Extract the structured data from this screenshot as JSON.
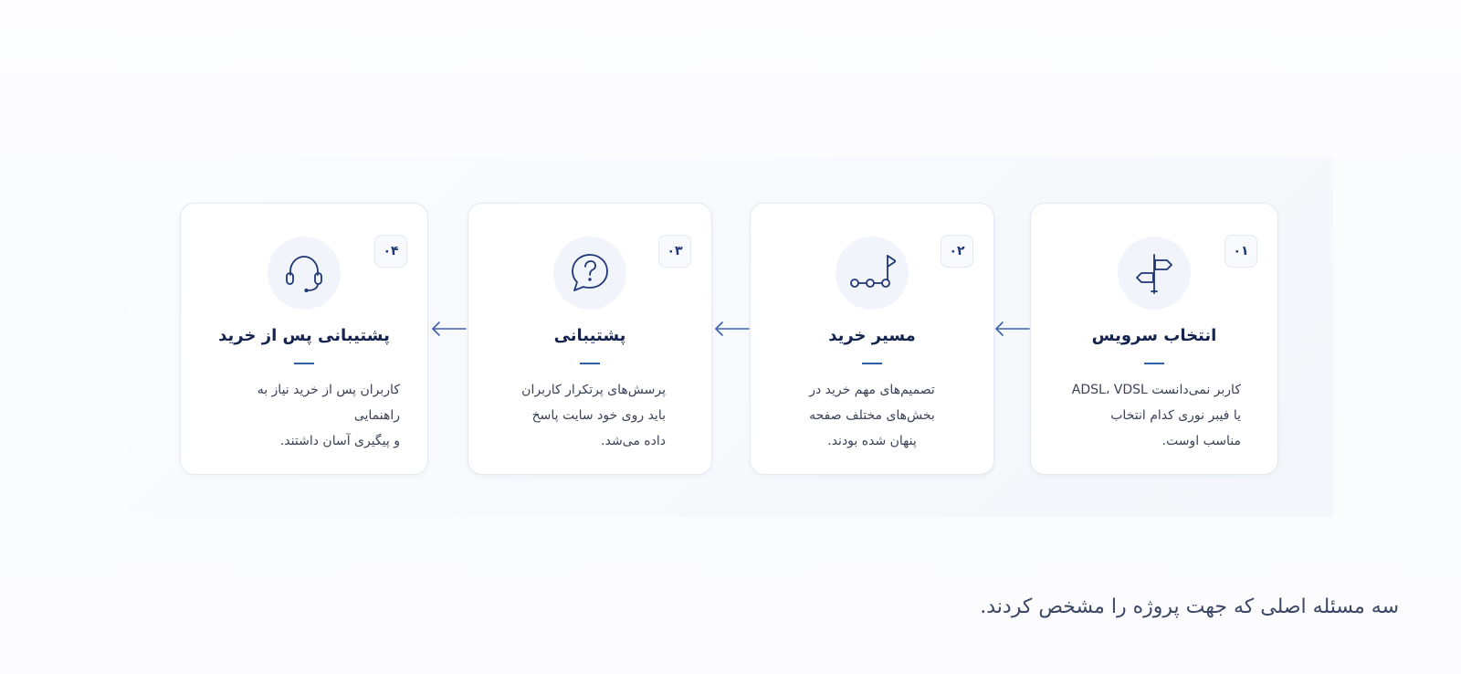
{
  "steps": [
    {
      "number": "۰۱",
      "icon": "signpost-icon",
      "title": "انتخاب سرویس",
      "lines": [
        "کاربر نمی‌دانست ADSL، VDSL",
        "یا فیبر نوری کدام انتخاب",
        "مناسب اوست."
      ]
    },
    {
      "number": "۰۲",
      "icon": "route-flag-icon",
      "title": "مسیر خرید",
      "lines": [
        "تصمیم‌های مهم خرید در",
        "بخش‌های مختلف صفحه",
        "پنهان شده بودند."
      ]
    },
    {
      "number": "۰۳",
      "icon": "question-chat-icon",
      "title": "پشتیبانی",
      "lines": [
        "پرسش‌های پرتکرار کاربران",
        "باید روی خود سایت پاسخ",
        "داده می‌شد."
      ]
    },
    {
      "number": "۰۴",
      "icon": "headset-icon",
      "title": "پشتیبانی پس از خرید",
      "lines": [
        "کاربران پس از خرید نیاز به راهنمایی",
        "و پیگیری آسان داشتند."
      ]
    }
  ],
  "caption": "سه مسئله اصلی که جهت پروژه را مشخص کردند.",
  "colors": {
    "primary": "#1f3677",
    "accent": "#2f5fa8",
    "card_border": "#e6e9f2",
    "icon_bg": "#f1f4fa"
  }
}
